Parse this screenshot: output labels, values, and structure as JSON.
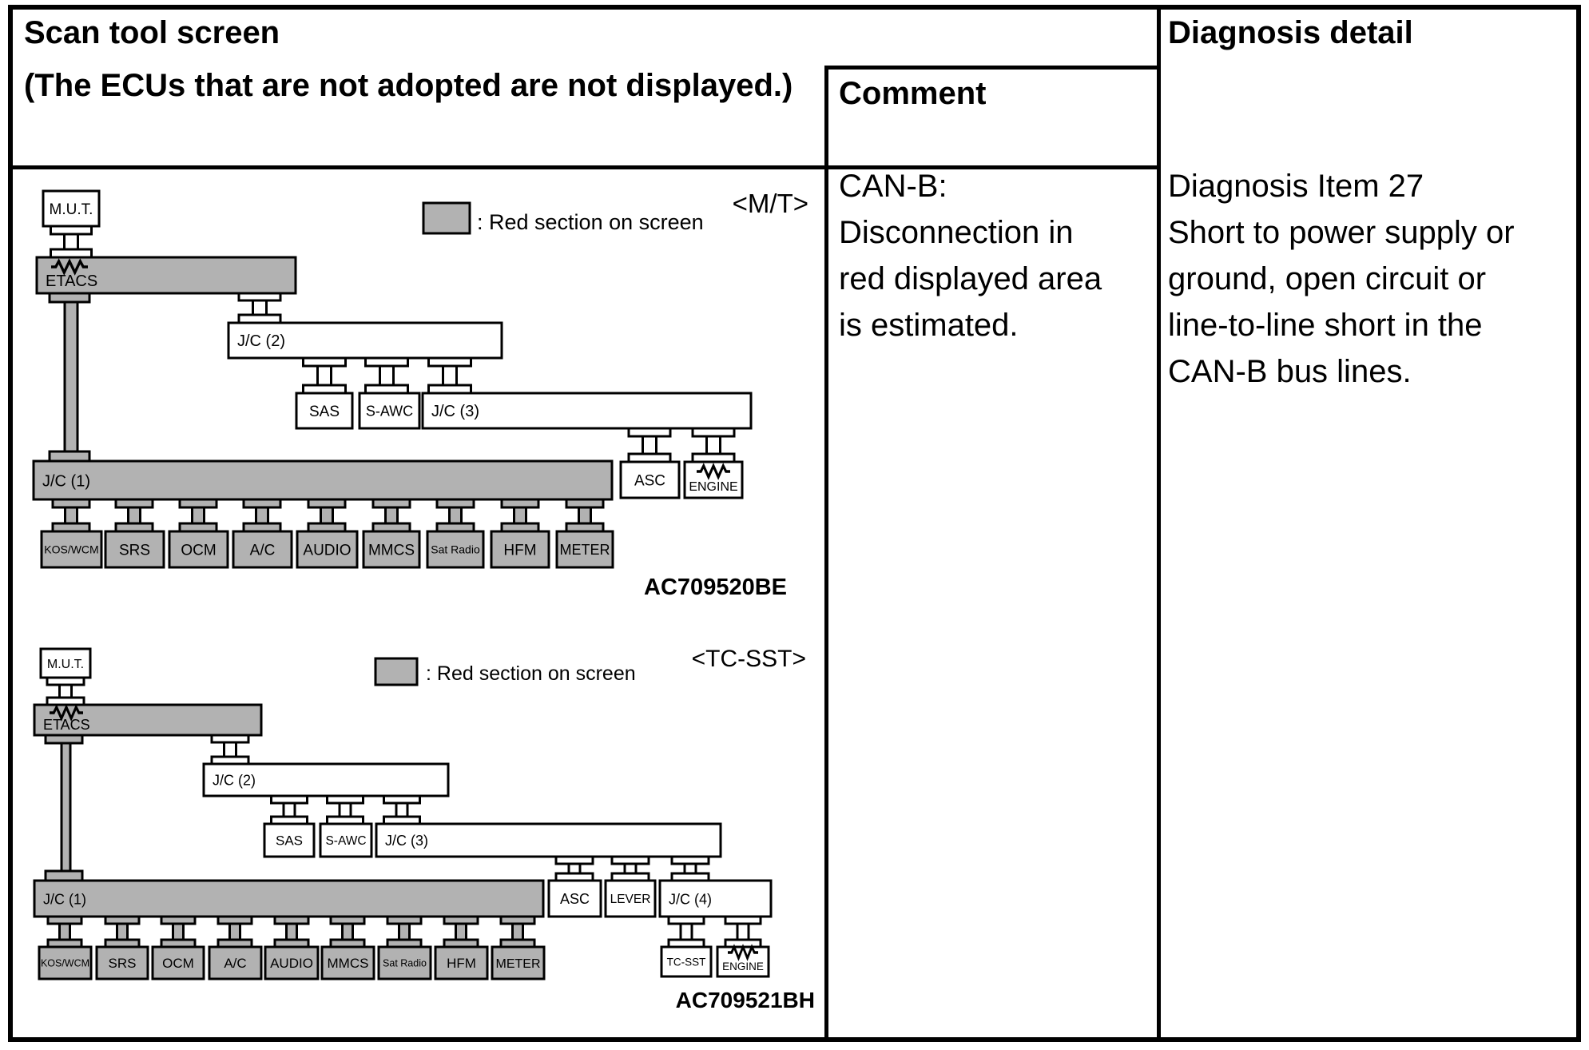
{
  "header": {
    "scan_tool_title": "Scan tool screen",
    "scan_tool_subtitle": "(The ECUs that are not adopted are not displayed.)",
    "comment_label": "Comment",
    "diagnosis_label": "Diagnosis detail"
  },
  "comment": {
    "lines": [
      "CAN-B:",
      "Disconnection in",
      "red displayed area",
      "is estimated."
    ]
  },
  "diagnosis": {
    "lines": [
      "Diagnosis Item 27",
      "Short to power supply or",
      "ground, open circuit or",
      "line-to-line short in the",
      "CAN-B bus lines."
    ]
  },
  "colors": {
    "highlight_gray": "#b2b2b2",
    "line_black": "#000000",
    "background_white": "#ffffff"
  },
  "diagram_mt": {
    "variant_label": "<M/T>",
    "legend_text": ": Red section on screen",
    "legend_swatch_meaning": "red-highlighted-section",
    "figure_id": "AC709520BE",
    "nodes": {
      "mut": "M.U.T.",
      "etacs": "ETACS",
      "jc1": "J/C (1)",
      "jc2": "J/C (2)",
      "jc3": "J/C (3)",
      "sas": "SAS",
      "sawc": "S-AWC",
      "asc": "ASC",
      "engine": "ENGINE",
      "kos": "KOS/WCM",
      "srs": "SRS",
      "ocm": "OCM",
      "ac": "A/C",
      "audio": "AUDIO",
      "mmcs": "MMCS",
      "satradio": "Sat Radio",
      "hfm": "HFM",
      "meter": "METER"
    }
  },
  "diagram_tcsst": {
    "variant_label": "<TC-SST>",
    "legend_text": ": Red section on screen",
    "legend_swatch_meaning": "red-highlighted-section",
    "figure_id": "AC709521BH",
    "nodes": {
      "mut": "M.U.T.",
      "etacs": "ETACS",
      "jc1": "J/C (1)",
      "jc2": "J/C (2)",
      "jc3": "J/C (3)",
      "jc4": "J/C (4)",
      "sas": "SAS",
      "sawc": "S-AWC",
      "asc": "ASC",
      "lever": "LEVER",
      "tcsst": "TC-SST",
      "engine": "ENGINE",
      "kos": "KOS/WCM",
      "srs": "SRS",
      "ocm": "OCM",
      "ac": "A/C",
      "audio": "AUDIO",
      "mmcs": "MMCS",
      "satradio": "Sat Radio",
      "hfm": "HFM",
      "meter": "METER"
    }
  }
}
